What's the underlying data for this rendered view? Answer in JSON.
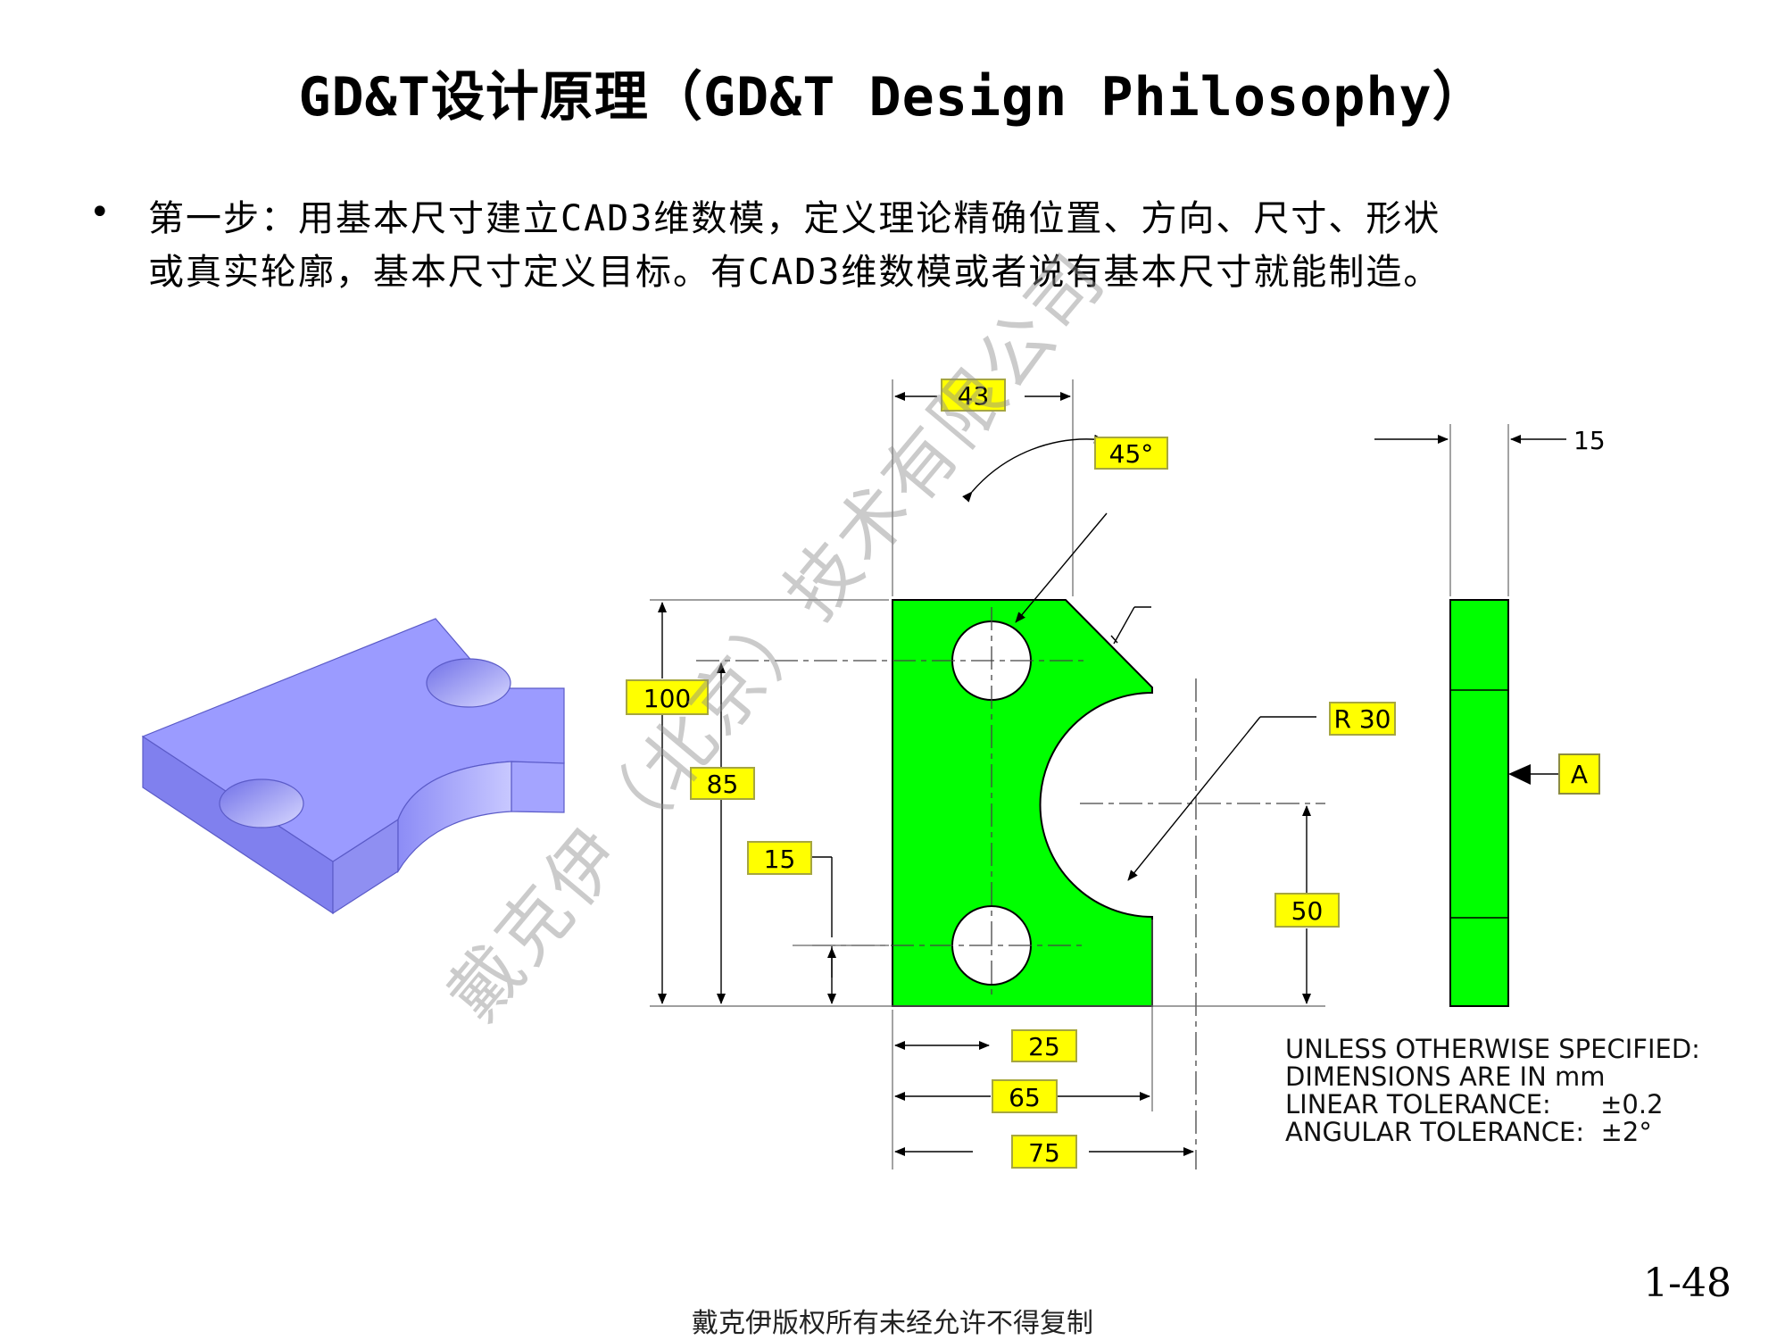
{
  "slide": {
    "title": "GD&T设计原理（GD&T Design Philosophy）",
    "bullet_symbol": "•",
    "bullet_line1": "第一步：用基本尺寸建立CAD3维数模，定义理论精确位置、方向、尺寸、形状",
    "bullet_line2": "或真实轮廓，基本尺寸定义目标。有CAD3维数模或者说有基本尺寸就能制造。",
    "watermark": "戴克伊（北京）技术有限公司",
    "footer": "戴克伊版权所有未经允许不得复制",
    "page_number": "1-48"
  },
  "drawing": {
    "dimensions": {
      "top_width": "43",
      "chamfer_angle": "45°",
      "side_thickness": "15",
      "overall_height": "100",
      "upper_hole_height": "85",
      "lower_hole_height": "15",
      "arc_radius": "R 30",
      "arc_center_height": "50",
      "lower_hole_x": "25",
      "arc_width": "65",
      "overall_width": "75"
    },
    "datum_label": "A",
    "notes": [
      "UNLESS OTHERWISE SPECIFIED:",
      "DIMENSIONS ARE IN mm",
      "LINEAR TOLERANCE:      ±0.2",
      "ANGULAR TOLERANCE:  ±2°"
    ],
    "colors": {
      "part_face": "#00ff00",
      "iso_top": "#9999ff",
      "iso_front": "#8888f0",
      "iso_side": "#a9a9ff",
      "dim_box": "#ffff00",
      "dim_box_border": "#b6b63a"
    }
  }
}
